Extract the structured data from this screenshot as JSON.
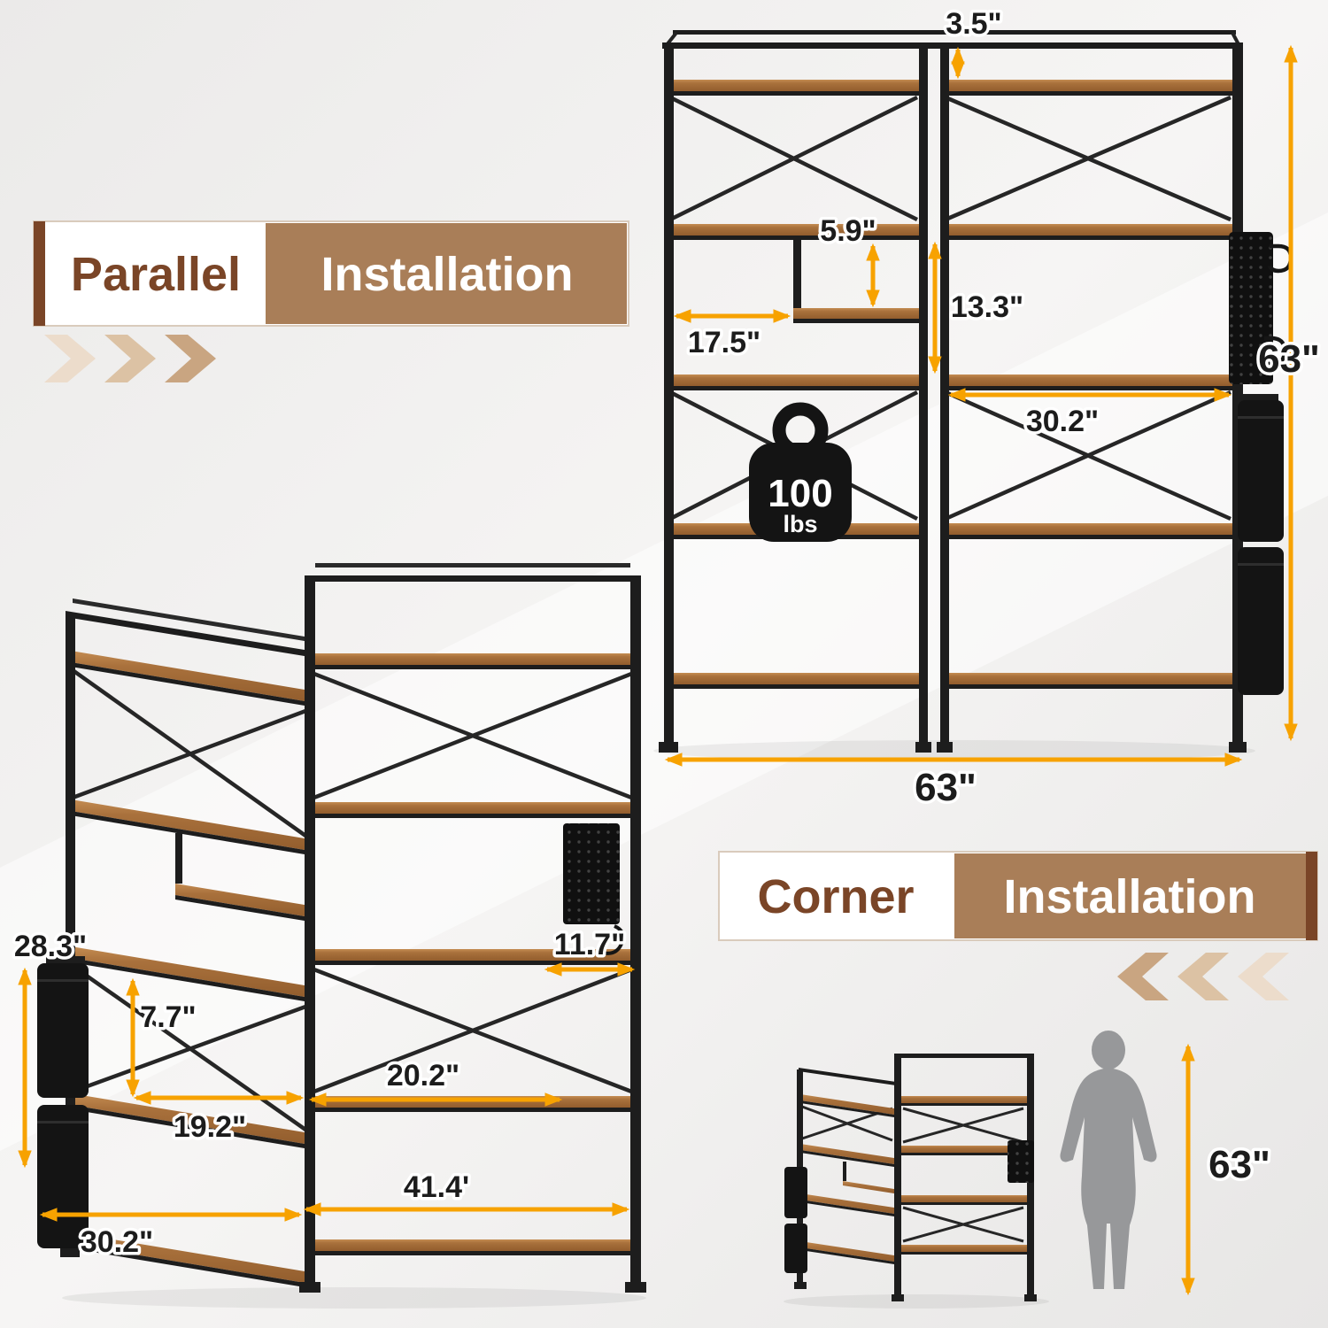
{
  "colors": {
    "background_light": "#f6f5f4",
    "background_dark": "#e8e7e6",
    "accent_arrow": "#F7A200",
    "banner_brown": "#a97e58",
    "banner_dark_brown": "#7a4527",
    "frame_black": "#1d1d1d",
    "wood_brown": "#a9713c",
    "silhouette_gray": "#97989a"
  },
  "banners": {
    "parallel": {
      "highlight": "Parallel",
      "rest": "Installation"
    },
    "corner": {
      "highlight": "Corner",
      "rest": "Installation"
    }
  },
  "parallel_unit": {
    "dims": {
      "top_gap": "3.5\"",
      "cubby_height": "5.9\"",
      "tier_height": "13.3\"",
      "cubby_width": "17.5\"",
      "bay_width": "30.2\"",
      "overall_height": "63\"",
      "overall_width": "63\""
    },
    "capacity": {
      "value": "100",
      "unit": "lbs"
    }
  },
  "corner_unit": {
    "dims": {
      "pocket_column_height": "28.3\"",
      "shelf_gap": "7.7\"",
      "side_depth": "11.7\"",
      "left_inner_width": "19.2\"",
      "right_inner_width": "20.2\"",
      "left_wing_width": "30.2\"",
      "right_wing_width": "41.4'"
    }
  },
  "scale_figure": {
    "height": "63\""
  }
}
